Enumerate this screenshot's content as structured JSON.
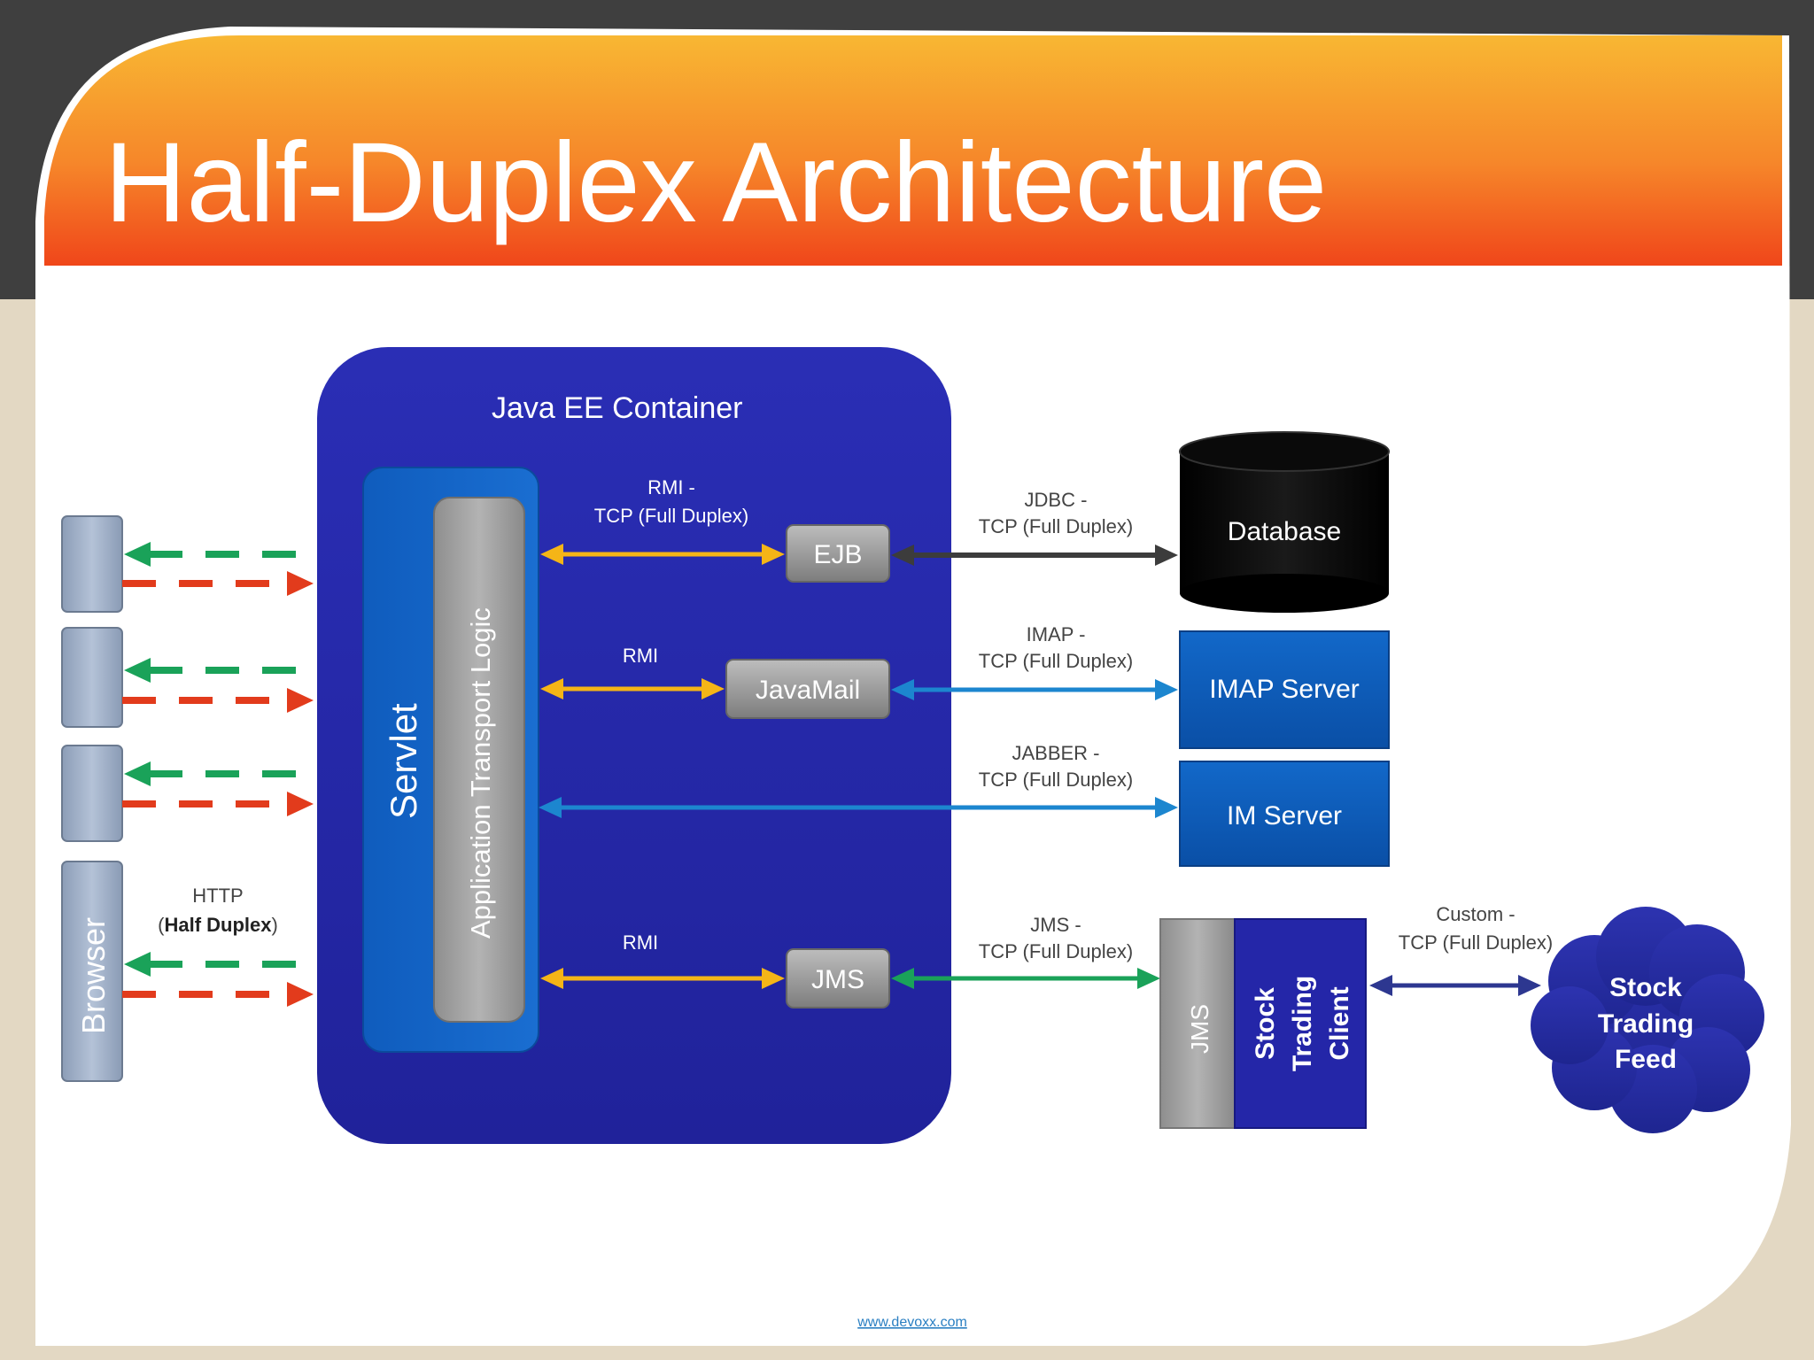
{
  "slide": {
    "title": "Half-Duplex Architecture",
    "footer_link": "www.devoxx.com"
  },
  "container": {
    "title": "Java EE Container",
    "servlet": "Servlet",
    "app_logic": "Application Transport Logic",
    "ejb": "EJB",
    "javamail": "JavaMail",
    "jms": "JMS"
  },
  "clients": {
    "browser": "Browser",
    "http_line1": "HTTP",
    "http_open": "(",
    "http_bold": "Half Duplex",
    "http_close": ")"
  },
  "connections": {
    "rmi_full_1": "RMI -",
    "rmi_full_2": "TCP (Full Duplex)",
    "rmi_mail": "RMI",
    "rmi_jms": "RMI",
    "jdbc_1": "JDBC -",
    "jdbc_2": "TCP (Full Duplex)",
    "imap_1": "IMAP -",
    "imap_2": "TCP (Full Duplex)",
    "jabber_1": "JABBER -",
    "jabber_2": "TCP (Full Duplex)",
    "jms_1": "JMS -",
    "jms_2": "TCP (Full Duplex)",
    "custom_1": "Custom -",
    "custom_2": "TCP (Full Duplex)"
  },
  "servers": {
    "database": "Database",
    "imap": "IMAP Server",
    "im": "IM Server",
    "jms": "JMS",
    "client_1": "Stock",
    "client_2": "Trading",
    "client_3": "Client",
    "feed_1": "Stock",
    "feed_2": "Trading",
    "feed_3": "Feed"
  },
  "colors": {
    "title_gradient_top": "#f7b631",
    "title_gradient_bottom": "#f04a1a",
    "container_blue": "#2426a8",
    "servlet_blue": "#1160c2",
    "server_blue": "#0d5bb8",
    "arrow_yellow": "#f5b517",
    "arrow_blue": "#1c86cf",
    "arrow_green": "#1aa259",
    "arrow_red": "#e23b1c",
    "arrow_dark": "#3c3c3c",
    "arrow_navy": "#2d3790"
  }
}
